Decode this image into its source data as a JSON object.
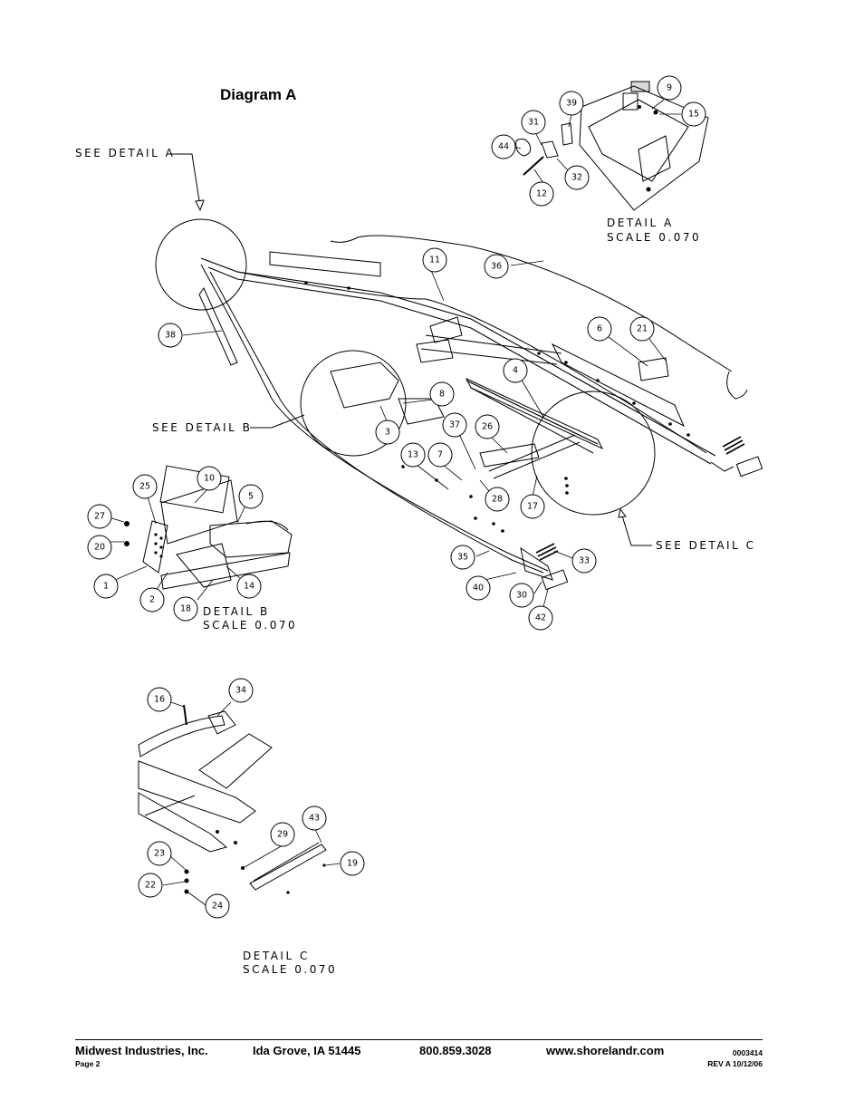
{
  "page_title": "Diagram A",
  "see_labels": {
    "a": "SEE DETAIL  A",
    "b": "SEE DETAIL  B",
    "c": "SEE DETAIL  C"
  },
  "details": {
    "a": {
      "title": "DETAIL  A",
      "scale": "SCALE  0.070"
    },
    "b": {
      "title": "DETAIL  B",
      "scale": "SCALE  0.070"
    },
    "c": {
      "title": "DETAIL  C",
      "scale": "SCALE  0.070"
    }
  },
  "callouts": {
    "c1": "1",
    "c2": "2",
    "c3": "3",
    "c4": "4",
    "c5": "5",
    "c6": "6",
    "c7": "7",
    "c8": "8",
    "c9": "9",
    "c10": "10",
    "c11": "11",
    "c12": "12",
    "c13": "13",
    "c14": "14",
    "c15": "15",
    "c16": "16",
    "c17": "17",
    "c18": "18",
    "c19": "19",
    "c20": "20",
    "c21": "21",
    "c22": "22",
    "c23": "23",
    "c24": "24",
    "c25": "25",
    "c26": "26",
    "c27": "27",
    "c28": "28",
    "c29": "29",
    "c30": "30",
    "c31": "31",
    "c32": "32",
    "c33": "33",
    "c34": "34",
    "c35": "35",
    "c36": "36",
    "c37": "37",
    "c38": "38",
    "c39": "39",
    "c40": "40",
    "c42": "42",
    "c43": "43",
    "c44": "44"
  },
  "footer": {
    "company": "Midwest Industries, Inc.",
    "city": "Ida Grove, IA  51445",
    "phone": "800.859.3028",
    "website": "www.shorelandr.com",
    "page": "Page 2",
    "doc_number": "0003414",
    "revision": "REV A 10/12/06"
  }
}
